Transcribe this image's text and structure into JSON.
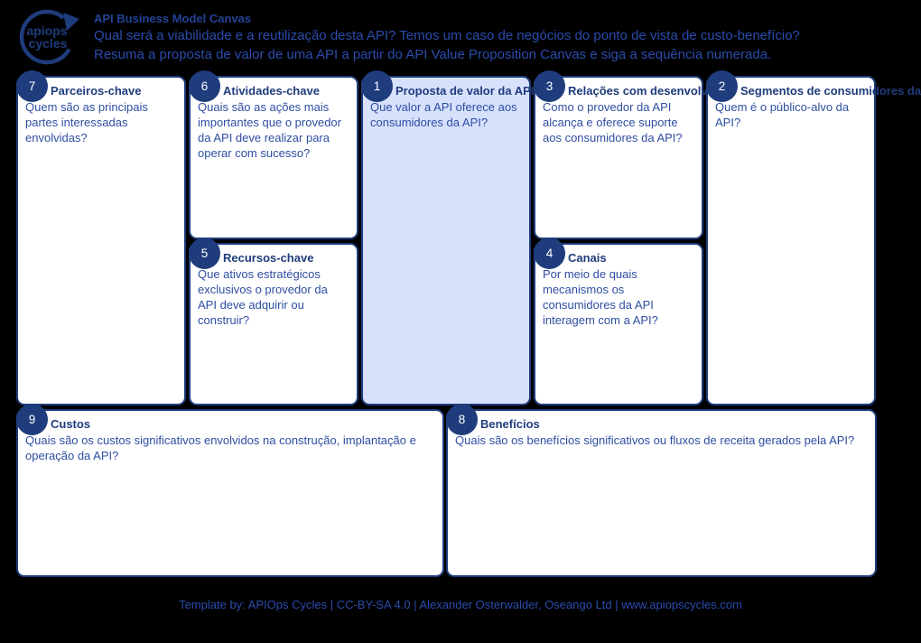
{
  "header": {
    "logo": {
      "word1": "apiops",
      "word2": "cycles"
    },
    "kicker": "API Business Model Canvas",
    "line1": "Qual será a viabilidade e a reutilização desta API? Temos um caso de negócios do ponto de vista de custo-benefício?",
    "line2": "Resuma a proposta de valor de uma API a partir do API Value Proposition Canvas e siga a sequência numerada."
  },
  "boxes": {
    "b7": {
      "number": "7",
      "title": "Parceiros-chave",
      "body": "Quem são as principais partes interessadas envolvidas?"
    },
    "b6": {
      "number": "6",
      "title": "Atividades-chave",
      "body": "Quais são as ações mais importantes que o provedor da API deve realizar para operar com sucesso?"
    },
    "b5": {
      "number": "5",
      "title": "Recursos-chave",
      "body": "Que ativos estratégicos exclusivos o provedor da API deve adquirir ou construir?"
    },
    "b1": {
      "number": "1",
      "title": "Proposta de valor da API",
      "body": "Que valor a API oferece aos consumidores da API?"
    },
    "b3": {
      "number": "3",
      "title": "Relações com desenvolvedores",
      "body": "Como o provedor da API alcança e oferece suporte aos consumidores da API?"
    },
    "b4": {
      "number": "4",
      "title": "Canais",
      "body": "Por meio de quais mecanismos os consumidores da API interagem com a API?"
    },
    "b2": {
      "number": "2",
      "title": "Segmentos de consumidores da API",
      "body": "Quem é o público-alvo da API?"
    },
    "b9": {
      "number": "9",
      "title": "Custos",
      "body": "Quais são os custos significativos envolvidos na construção, implantação e operação da API?"
    },
    "b8": {
      "number": "8",
      "title": "Benefícios",
      "body": "Quais são os benefícios significativos ou fluxos de receita gerados pela API?"
    }
  },
  "footer": {
    "credit": "Template by: APIOps Cycles | CC-BY-SA 4.0 | Alexander Osterwalder, Oseango Ltd | www.apiopscycles.com"
  },
  "colors": {
    "background": "#000000",
    "navy": "#1f3c7c",
    "body_text": "#2e4ea3",
    "header_text": "#2b4cad",
    "kicker_text": "#234295",
    "highlight_fill": "#d7e1fc",
    "box_fill": "#ffffff",
    "badge_text": "#ffffff"
  }
}
